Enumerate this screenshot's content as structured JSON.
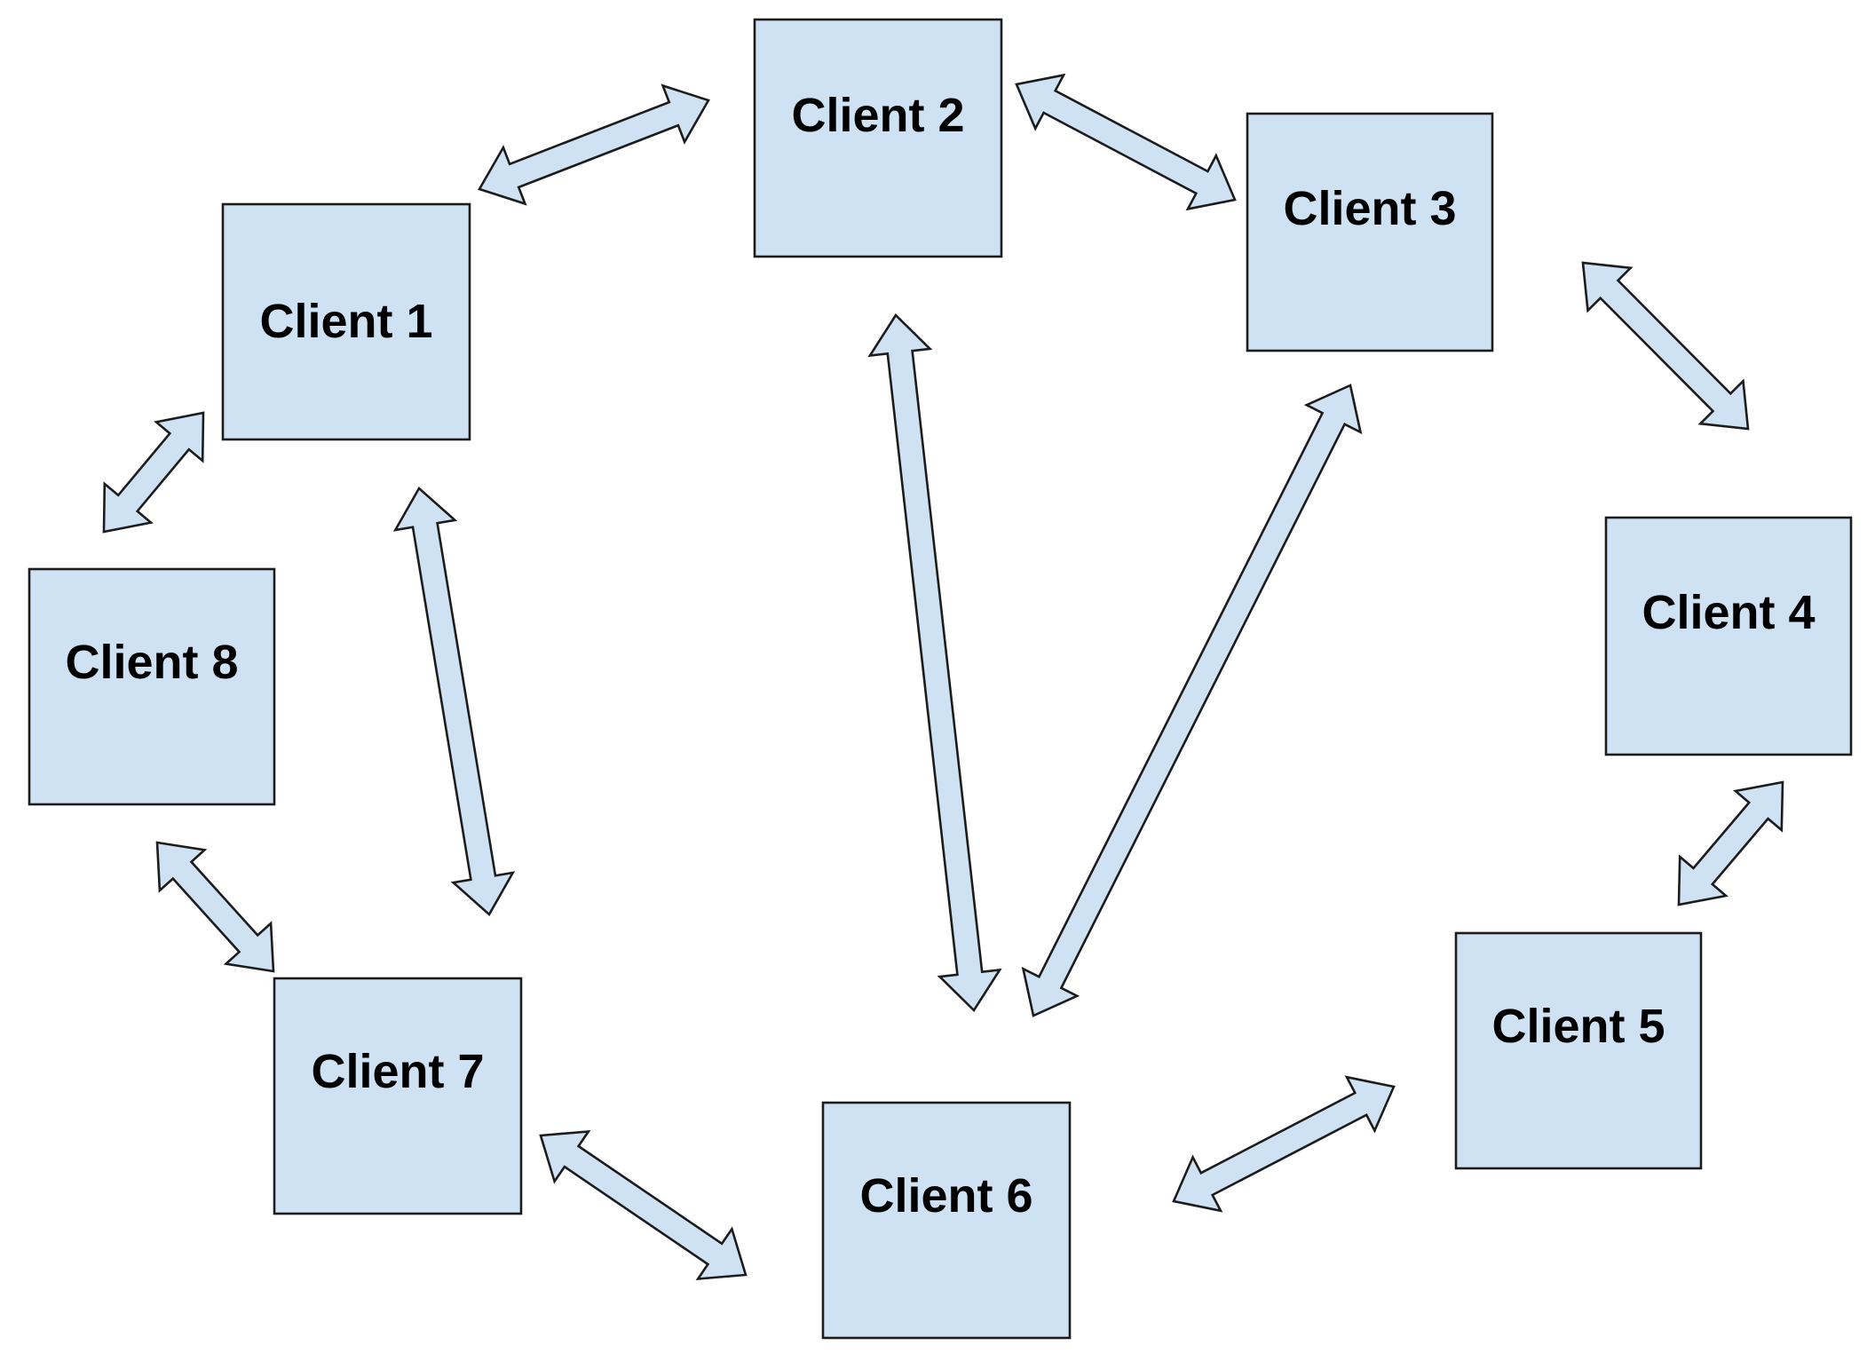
{
  "diagram": {
    "colors": {
      "node_fill": "#cfe2f3",
      "stroke": "#1c1c1c",
      "text": "#000000",
      "background": "#ffffff"
    },
    "nodes": [
      {
        "id": "c1",
        "label": "Client 1"
      },
      {
        "id": "c2",
        "label": "Client 2"
      },
      {
        "id": "c3",
        "label": "Client 3"
      },
      {
        "id": "c4",
        "label": "Client 4"
      },
      {
        "id": "c5",
        "label": "Client 5"
      },
      {
        "id": "c6",
        "label": "Client 6"
      },
      {
        "id": "c7",
        "label": "Client 7"
      },
      {
        "id": "c8",
        "label": "Client 8"
      }
    ],
    "edges": [
      {
        "from": "c1",
        "to": "c2",
        "direction": "bidirectional"
      },
      {
        "from": "c2",
        "to": "c3",
        "direction": "bidirectional"
      },
      {
        "from": "c3",
        "to": "c4",
        "direction": "bidirectional"
      },
      {
        "from": "c4",
        "to": "c5",
        "direction": "bidirectional"
      },
      {
        "from": "c5",
        "to": "c6",
        "direction": "bidirectional"
      },
      {
        "from": "c6",
        "to": "c7",
        "direction": "bidirectional"
      },
      {
        "from": "c7",
        "to": "c8",
        "direction": "bidirectional"
      },
      {
        "from": "c8",
        "to": "c1",
        "direction": "bidirectional"
      },
      {
        "from": "c1",
        "to": "c7",
        "direction": "bidirectional"
      },
      {
        "from": "c2",
        "to": "c6",
        "direction": "bidirectional"
      },
      {
        "from": "c3",
        "to": "c6",
        "direction": "bidirectional"
      }
    ]
  }
}
